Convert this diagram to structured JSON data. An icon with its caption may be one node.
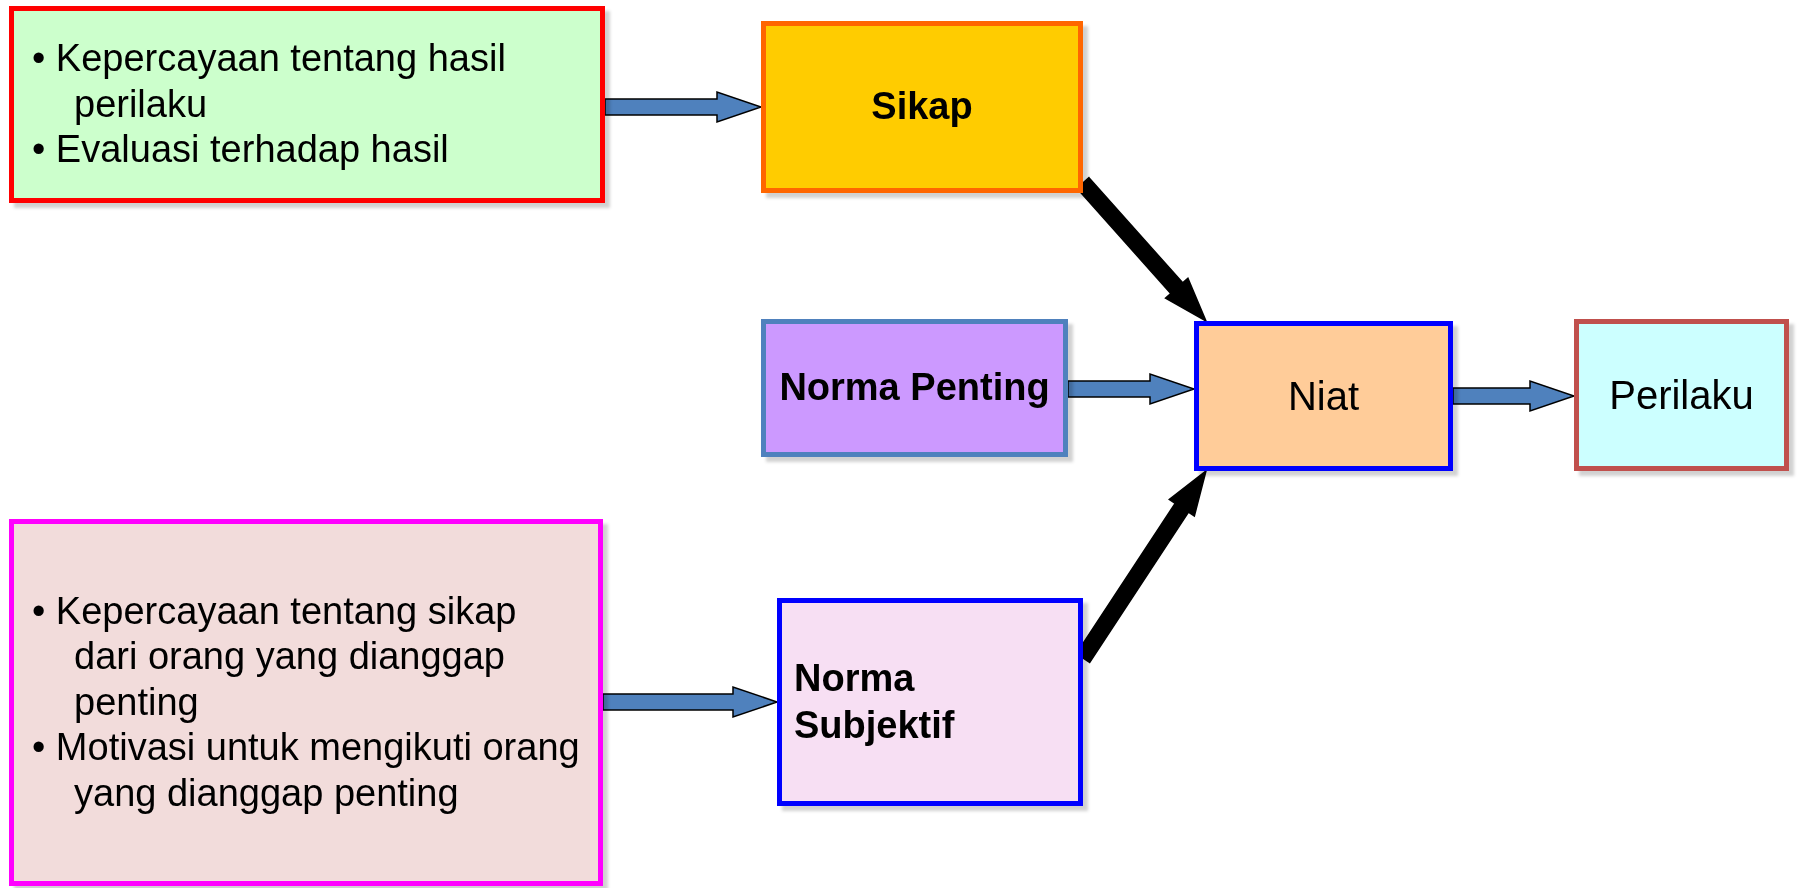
{
  "diagram": {
    "nodes": [
      {
        "text": [
          "• Kepercayaan tentang hasil perilaku",
          "• Evaluasi terhadap hasil"
        ]
      },
      {
        "text": [
          "Sikap"
        ]
      },
      {
        "text": [
          "Norma Penting"
        ]
      },
      {
        "text": [
          "Niat"
        ]
      },
      {
        "text": [
          "Perilaku"
        ]
      },
      {
        "text": [
          "• Kepercayaan tentang sikap dari orang yang dianggap penting",
          "• Motivasi untuk mengikuti orang yang dianggap penting"
        ]
      },
      {
        "text": [
          "Norma Subjektif"
        ]
      }
    ],
    "edges": [
      {
        "from": 0,
        "to": 1,
        "arrow": "to"
      },
      {
        "from": 1,
        "to": 3,
        "arrow": "to",
        "color": "#000000"
      },
      {
        "from": 2,
        "to": 3,
        "arrow": "to"
      },
      {
        "from": 3,
        "to": 4,
        "arrow": "to"
      },
      {
        "from": 5,
        "to": 6,
        "arrow": "to"
      },
      {
        "from": 6,
        "to": 3,
        "arrow": "to",
        "color": "#000000"
      }
    ]
  }
}
